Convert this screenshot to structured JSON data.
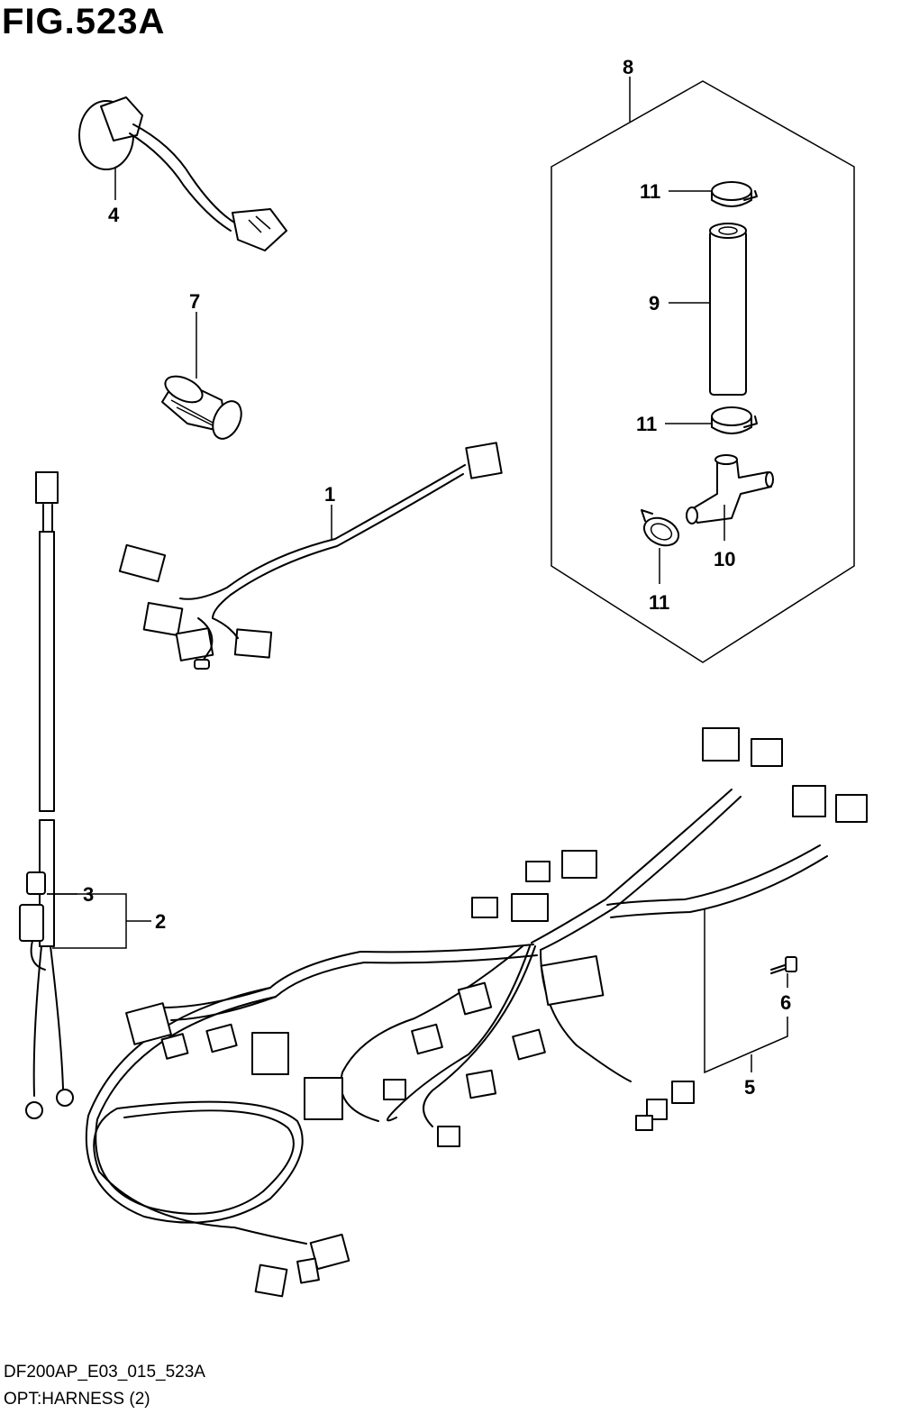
{
  "figure": {
    "title": "FIG.523A",
    "drawing_code": "DF200AP_E03_015_523A",
    "caption": "OPT:HARNESS (2)"
  },
  "callouts": [
    {
      "id": "c1",
      "label": "1"
    },
    {
      "id": "c2",
      "label": "2"
    },
    {
      "id": "c3",
      "label": "3"
    },
    {
      "id": "c4",
      "label": "4"
    },
    {
      "id": "c5",
      "label": "5"
    },
    {
      "id": "c6",
      "label": "6"
    },
    {
      "id": "c7",
      "label": "7"
    },
    {
      "id": "c8",
      "label": "8"
    },
    {
      "id": "c9",
      "label": "9"
    },
    {
      "id": "c10",
      "label": "10"
    },
    {
      "id": "c11a",
      "label": "11"
    },
    {
      "id": "c11b",
      "label": "11"
    },
    {
      "id": "c11c",
      "label": "11"
    }
  ]
}
